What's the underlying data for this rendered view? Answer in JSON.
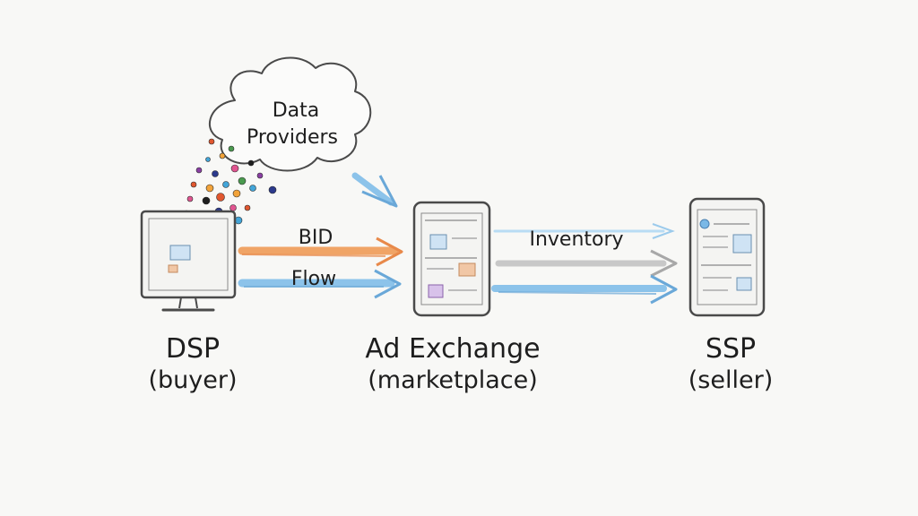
{
  "cloud": {
    "line1": "Data",
    "line2": "Providers"
  },
  "arrows": {
    "bid": "BID",
    "flow": "Flow",
    "inventory": "Inventory"
  },
  "nodes": {
    "dsp": {
      "title": "DSP",
      "subtitle": "(buyer)"
    },
    "exchange": {
      "title": "Ad Exchange",
      "subtitle": "(marketplace)"
    },
    "ssp": {
      "title": "SSP",
      "subtitle": "(seller)"
    }
  },
  "colors": {
    "ink": "#3a3a3a",
    "orange": "#f0a466",
    "blue": "#8cc3ea",
    "gray": "#c8c8c8",
    "dots": [
      "#e0572f",
      "#f2a33a",
      "#43a5d8",
      "#4a9a4e",
      "#8a3fa3",
      "#2c3a8c",
      "#e05590",
      "#1e1e1e"
    ]
  }
}
